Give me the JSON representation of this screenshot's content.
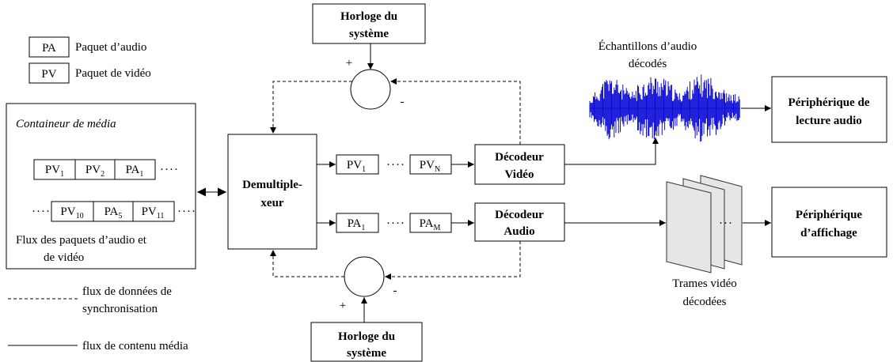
{
  "legend_packets": [
    {
      "abbr": "PA",
      "label": "Paquet d’audio"
    },
    {
      "abbr": "PV",
      "label": "Paquet de vidéo"
    }
  ],
  "clock_top": {
    "line1": "Horloge du",
    "line2": "système"
  },
  "clock_bottom": {
    "line1": "Horloge du",
    "line2": "système"
  },
  "comparators": {
    "top": {
      "plus": "+",
      "minus": "-"
    },
    "bottom": {
      "plus": "+",
      "minus": "-"
    }
  },
  "container": {
    "title": "Containeur de média",
    "row1": [
      {
        "base": "PV",
        "sub": "1"
      },
      {
        "base": "PV",
        "sub": "2"
      },
      {
        "base": "PA",
        "sub": "1"
      }
    ],
    "row1_ellipsis": "····",
    "row2_ellipsis_left": "····",
    "row2": [
      {
        "base": "PV",
        "sub": "10"
      },
      {
        "base": "PA",
        "sub": "5"
      },
      {
        "base": "PV",
        "sub": "11"
      }
    ],
    "row2_ellipsis_right": "····",
    "caption_line1": "Flux des paquets d’audio et",
    "caption_line2": "de vidéo"
  },
  "demux": {
    "line1": "Demultiple-",
    "line2": "xeur"
  },
  "video_path": {
    "first": {
      "base": "PV",
      "sub": "1"
    },
    "ellipsis": "····",
    "last": {
      "base": "PV",
      "sub": "N"
    }
  },
  "audio_path": {
    "first": {
      "base": "PA",
      "sub": "1"
    },
    "ellipsis": "····",
    "last": {
      "base": "PA",
      "sub": "M"
    }
  },
  "video_decoder": {
    "line1": "Décodeur",
    "line2": "Vidéo"
  },
  "audio_decoder": {
    "line1": "Décodeur",
    "line2": "Audio"
  },
  "audio_samples": {
    "line1": "Échantillons d’audio",
    "line2": "décodés"
  },
  "audio_output": {
    "line1": "Périphérique de",
    "line2": "lecture audio"
  },
  "frames": {
    "line1": "Trames vidéo",
    "line2": "décodées",
    "ellipsis": "···"
  },
  "display_output": {
    "line1": "Périphérique",
    "line2": "d’affichage"
  },
  "legend_lines": {
    "sync_line1": "flux de données de",
    "sync_line2": "synchronisation",
    "content": "flux de contenu média"
  },
  "colors": {
    "waveform": "#0a0ad6",
    "frames": "#e6e6e6"
  }
}
